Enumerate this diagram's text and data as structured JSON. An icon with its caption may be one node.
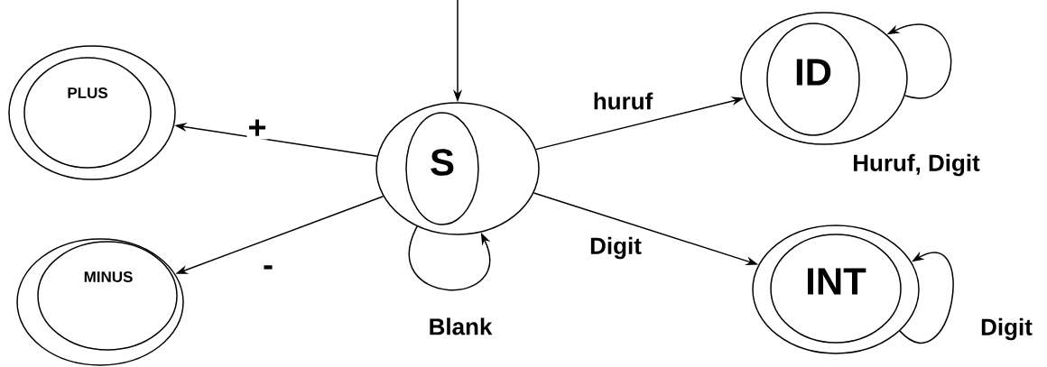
{
  "diagram": {
    "nodes": [
      {
        "text": [
          "PLUS"
        ]
      },
      {
        "text": [
          "MINUS"
        ]
      },
      {
        "text": [
          "S"
        ]
      },
      {
        "text": [
          "ID"
        ]
      },
      {
        "text": [
          "INT"
        ]
      }
    ],
    "edges": [
      {
        "from": 2,
        "to": 0,
        "arrow": "to",
        "label": "+"
      },
      {
        "from": 2,
        "to": 1,
        "arrow": "to",
        "label": "-"
      },
      {
        "from": 2,
        "to": 3,
        "arrow": "to",
        "label": "huruf"
      },
      {
        "from": 2,
        "to": 4,
        "arrow": "to",
        "label": "Digit"
      },
      {
        "from": 2,
        "to": 2,
        "arrow": "to",
        "label": "Blank"
      },
      {
        "from": 3,
        "to": 3,
        "arrow": "to",
        "label": "Huruf, Digit"
      },
      {
        "from": 4,
        "to": 4,
        "arrow": "to",
        "label": "Digit"
      },
      {
        "from": null,
        "to": 2,
        "arrow": "to"
      }
    ]
  }
}
